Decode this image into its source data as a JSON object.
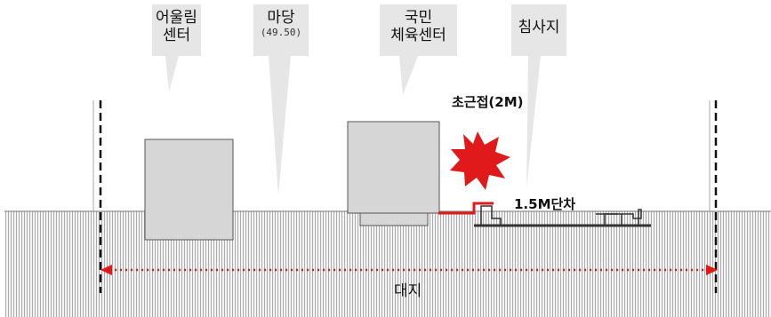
{
  "labels": {
    "ouleulim": [
      "어울림",
      "센터"
    ],
    "madang": {
      "name": "마당",
      "detail": "(49.50)"
    },
    "gukmin": [
      "국민",
      "체육센터"
    ],
    "chimsaji": "침사지",
    "close_contact": "초근접(2M)",
    "level_diff": "1.5M단차",
    "site": "대지"
  },
  "colors": {
    "ground_line": "#9a9a9a",
    "ground_fill": "#f2f2f2",
    "building_fill": "#d6d6d6",
    "building_stroke": "#555555",
    "callout_fill": "#e6e6e6",
    "accent_red": "#e0191b"
  }
}
